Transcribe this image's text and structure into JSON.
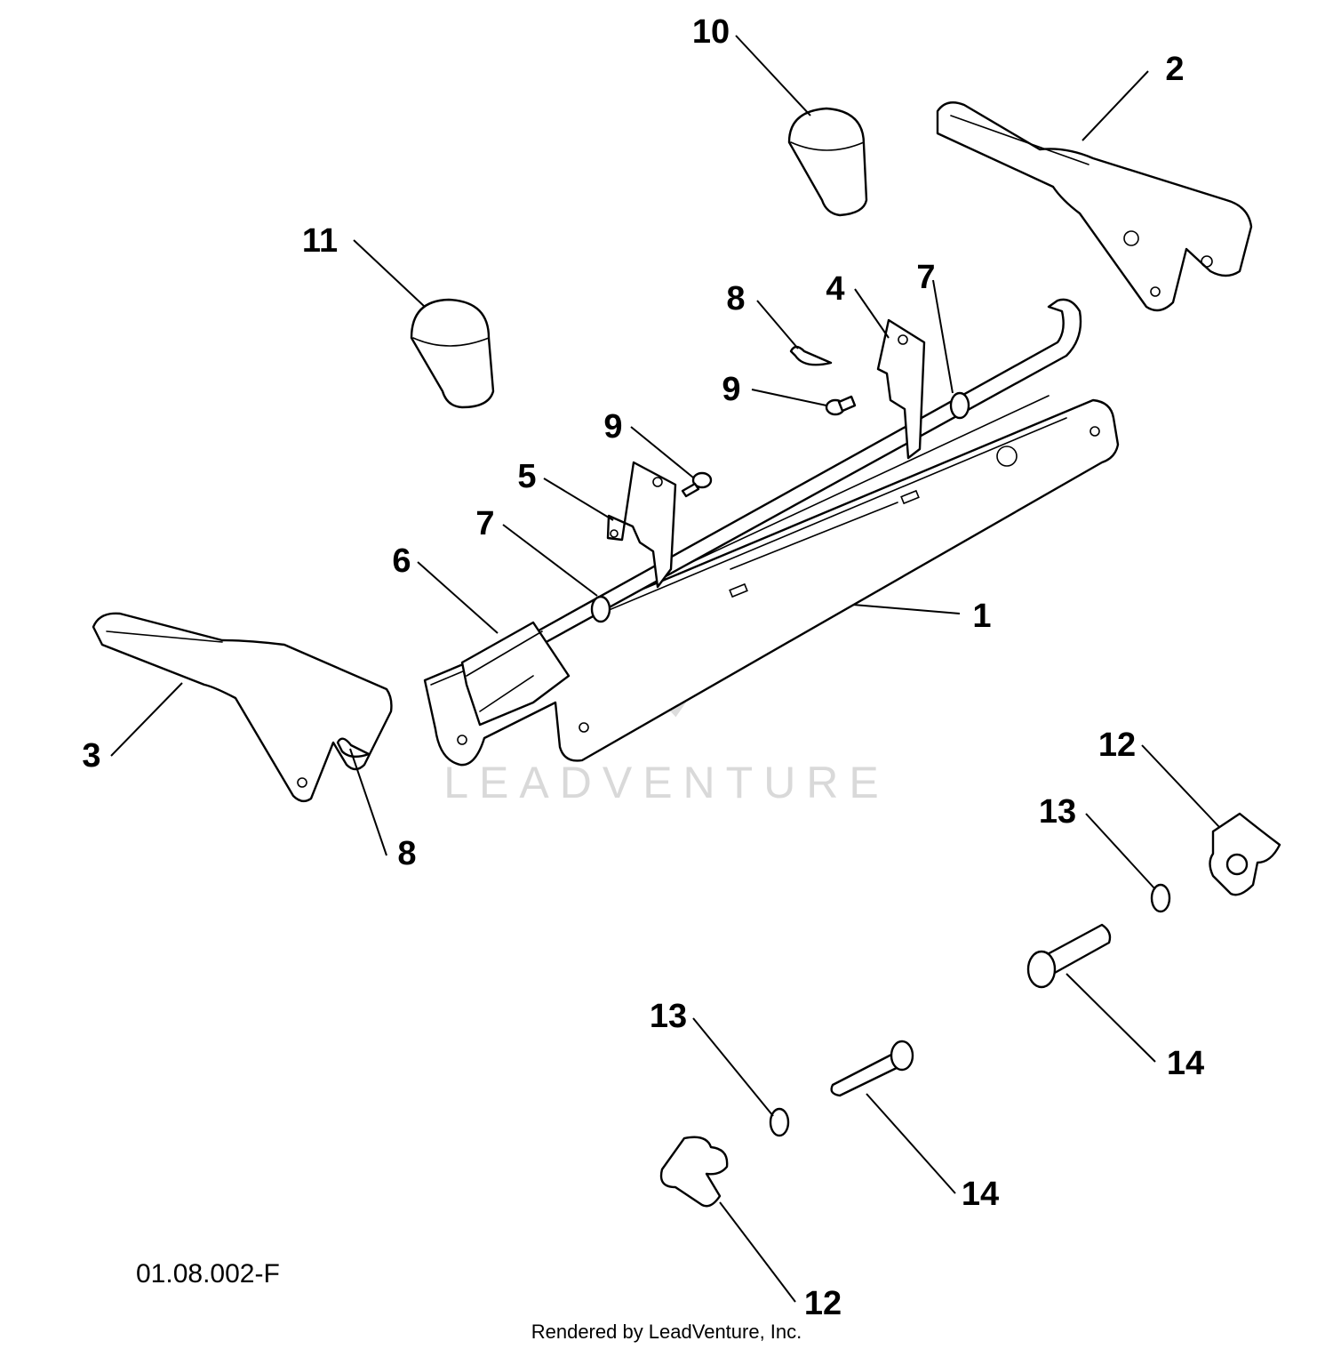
{
  "diagram": {
    "reference_code": "01.08.002-F",
    "footer": "Rendered by LeadVenture, Inc.",
    "watermark": "LEADVENTURE",
    "callouts": [
      {
        "id": "c1",
        "label": "1"
      },
      {
        "id": "c2",
        "label": "2"
      },
      {
        "id": "c3",
        "label": "3"
      },
      {
        "id": "c4",
        "label": "4"
      },
      {
        "id": "c5",
        "label": "5"
      },
      {
        "id": "c6",
        "label": "6"
      },
      {
        "id": "c7a",
        "label": "7"
      },
      {
        "id": "c7b",
        "label": "7"
      },
      {
        "id": "c8a",
        "label": "8"
      },
      {
        "id": "c8b",
        "label": "8"
      },
      {
        "id": "c9a",
        "label": "9"
      },
      {
        "id": "c9b",
        "label": "9"
      },
      {
        "id": "c10",
        "label": "10"
      },
      {
        "id": "c11",
        "label": "11"
      },
      {
        "id": "c12a",
        "label": "12"
      },
      {
        "id": "c12b",
        "label": "12"
      },
      {
        "id": "c13a",
        "label": "13"
      },
      {
        "id": "c13b",
        "label": "13"
      },
      {
        "id": "c14a",
        "label": "14"
      },
      {
        "id": "c14b",
        "label": "14"
      }
    ]
  }
}
